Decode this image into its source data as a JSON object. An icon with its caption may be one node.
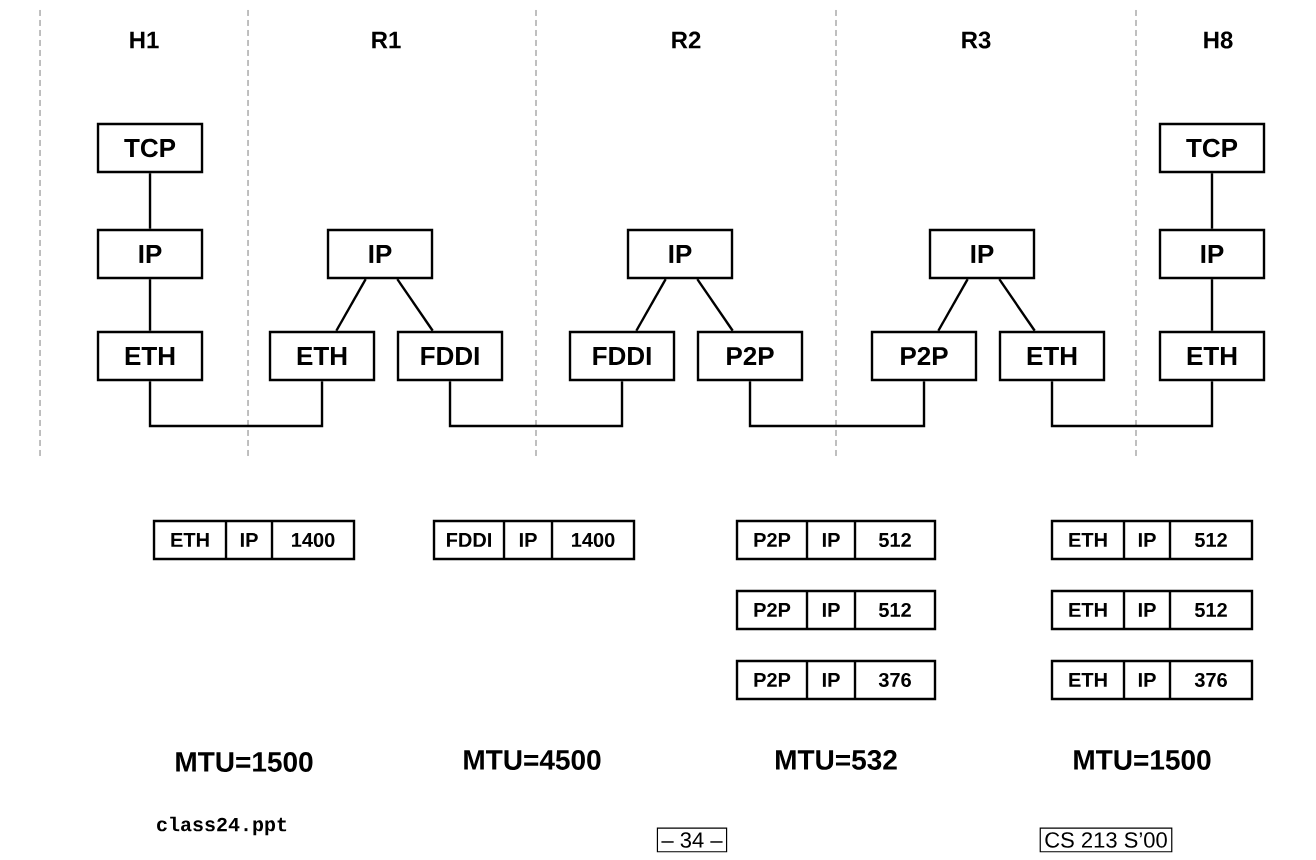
{
  "diagram": {
    "nodes": [
      {
        "text": [
          "TCP"
        ]
      },
      {
        "text": [
          "IP"
        ]
      },
      {
        "text": [
          "ETH"
        ]
      },
      {
        "text": [
          "IP"
        ]
      },
      {
        "text": [
          "ETH"
        ]
      },
      {
        "text": [
          "FDDI"
        ]
      },
      {
        "text": [
          "IP"
        ]
      },
      {
        "text": [
          "FDDI"
        ]
      },
      {
        "text": [
          "P2P"
        ]
      },
      {
        "text": [
          "IP"
        ]
      },
      {
        "text": [
          "P2P"
        ]
      },
      {
        "text": [
          "ETH"
        ]
      },
      {
        "text": [
          "TCP"
        ]
      },
      {
        "text": [
          "IP"
        ]
      },
      {
        "text": [
          "ETH"
        ]
      },
      {
        "text": [
          "ETH",
          "IP",
          "1400"
        ]
      },
      {
        "text": [
          "FDDI",
          "IP",
          "1400"
        ]
      },
      {
        "text": [
          "P2P",
          "IP",
          "512"
        ]
      },
      {
        "text": [
          "P2P",
          "IP",
          "512"
        ]
      },
      {
        "text": [
          "P2P",
          "IP",
          "376"
        ]
      },
      {
        "text": [
          "ETH",
          "IP",
          "512"
        ]
      },
      {
        "text": [
          "ETH",
          "IP",
          "512"
        ]
      },
      {
        "text": [
          "ETH",
          "IP",
          "376"
        ]
      }
    ],
    "edges": [
      {
        "from": 0,
        "to": 1,
        "arrow": "none"
      },
      {
        "from": 1,
        "to": 2,
        "arrow": "none"
      },
      {
        "from": 2,
        "to": 4,
        "arrow": "none"
      },
      {
        "from": 3,
        "to": 4,
        "arrow": "none"
      },
      {
        "from": 3,
        "to": 5,
        "arrow": "none"
      },
      {
        "from": 5,
        "to": 7,
        "arrow": "none"
      },
      {
        "from": 6,
        "to": 7,
        "arrow": "none"
      },
      {
        "from": 6,
        "to": 8,
        "arrow": "none"
      },
      {
        "from": 8,
        "to": 10,
        "arrow": "none"
      },
      {
        "from": 9,
        "to": 10,
        "arrow": "none"
      },
      {
        "from": 9,
        "to": 11,
        "arrow": "none"
      },
      {
        "from": 11,
        "to": 14,
        "arrow": "none"
      },
      {
        "from": 12,
        "to": 13,
        "arrow": "none"
      },
      {
        "from": 13,
        "to": 14,
        "arrow": "none"
      }
    ],
    "labels": [
      "H1",
      "R1",
      "R2",
      "R3",
      "H8",
      "MTU=1500",
      "MTU=4500",
      "MTU=532",
      "MTU=1500",
      "class24.ppt",
      "– 34 –",
      "CS 213 S’00"
    ]
  }
}
